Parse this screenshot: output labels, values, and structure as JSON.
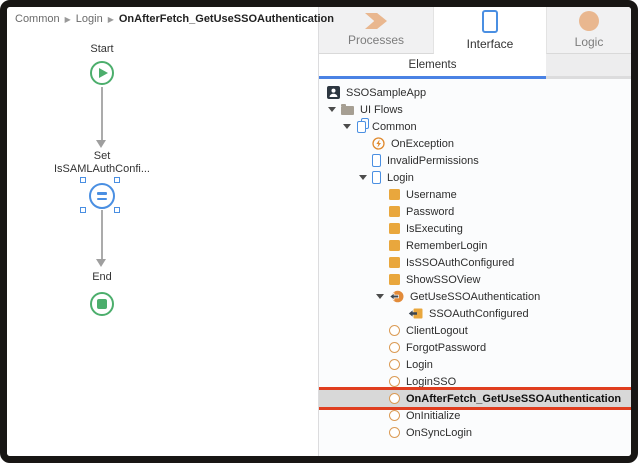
{
  "colors": {
    "accent-blue": "#4a8fe2",
    "green": "#4cae6c",
    "orange-fill": "#e9a73d",
    "orange-outline": "#db9b55",
    "tan": "#e9b78f",
    "highlight-red": "#e03e1f",
    "selected-gray": "#d8d8d8",
    "underline-blue": "#4a82e4",
    "folder-gray": "#a69f93",
    "dark-navy": "#2c3640"
  },
  "breadcrumb": {
    "separator": "▶",
    "items": [
      "Common",
      "Login",
      "OnAfterFetch_GetUseSSOAuthentication"
    ]
  },
  "flow": {
    "start": {
      "label": "Start",
      "icon": "start-play-icon"
    },
    "assign": {
      "label_line1": "Set",
      "label_line2": "IsSAMLAuthConfi...",
      "icon": "assign-equals-icon",
      "selected": true
    },
    "end": {
      "label": "End",
      "icon": "end-stop-icon"
    }
  },
  "panel": {
    "tabs": [
      {
        "label": "Processes",
        "icon": "processes-chevron-icon",
        "active": false
      },
      {
        "label": "Interface",
        "icon": "interface-phone-icon",
        "active": true
      },
      {
        "label": "Logic",
        "icon": "logic-circle-icon",
        "active": false
      }
    ],
    "elements_tab": {
      "label": "Elements",
      "active": true
    }
  },
  "tree": {
    "items": [
      {
        "label": "SSOSampleApp",
        "icon": "app-icon",
        "level": 0
      },
      {
        "label": "UI Flows",
        "icon": "folder-icon",
        "level": 1,
        "expanded": true
      },
      {
        "label": "Common",
        "icon": "ui-flow-icon",
        "level": 2,
        "expanded": true
      },
      {
        "label": "OnException",
        "icon": "exception-icon",
        "level": 3
      },
      {
        "label": "InvalidPermissions",
        "icon": "screen-icon",
        "level": 3
      },
      {
        "label": "Login",
        "icon": "screen-icon",
        "level": 3,
        "expanded": true
      },
      {
        "label": "Username",
        "icon": "variable-icon",
        "level": 4
      },
      {
        "label": "Password",
        "icon": "variable-icon",
        "level": 4
      },
      {
        "label": "IsExecuting",
        "icon": "variable-icon",
        "level": 4
      },
      {
        "label": "RememberLogin",
        "icon": "variable-icon",
        "level": 4
      },
      {
        "label": "IsSSOAuthConfigured",
        "icon": "variable-icon",
        "level": 4
      },
      {
        "label": "ShowSSOView",
        "icon": "variable-icon",
        "level": 4
      },
      {
        "label": "GetUseSSOAuthentication",
        "icon": "aggregate-fetch-icon",
        "level": 4,
        "expanded": true
      },
      {
        "label": "SSOAuthConfigured",
        "icon": "output-parameter-icon",
        "level": 5
      },
      {
        "label": "ClientLogout",
        "icon": "client-action-icon",
        "level": 4
      },
      {
        "label": "ForgotPassword",
        "icon": "client-action-icon",
        "level": 4
      },
      {
        "label": "Login",
        "icon": "client-action-icon",
        "level": 4
      },
      {
        "label": "LoginSSO",
        "icon": "client-action-icon",
        "level": 4
      },
      {
        "label": "OnAfterFetch_GetUseSSOAuthentication",
        "icon": "client-action-icon",
        "level": 4,
        "selected": true,
        "annotated": true
      },
      {
        "label": "OnInitialize",
        "icon": "client-action-icon",
        "level": 4
      },
      {
        "label": "OnSyncLogin",
        "icon": "client-action-icon",
        "level": 4
      }
    ]
  }
}
